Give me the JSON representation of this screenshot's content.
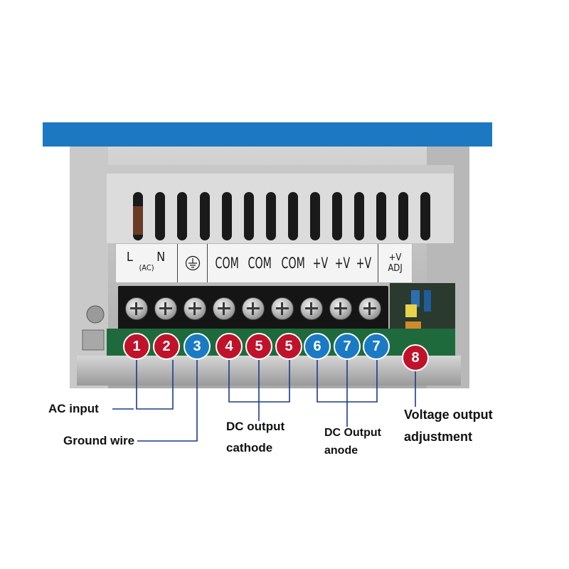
{
  "label_strip": {
    "ln": "L  N",
    "ac": "(AC)",
    "terminals": [
      "COM",
      "COM",
      "COM",
      "+V",
      "+V",
      "+V"
    ],
    "adj_top": "+V",
    "adj_bottom": "ADJ"
  },
  "badges": [
    {
      "num": "1",
      "color": "#c0122a"
    },
    {
      "num": "2",
      "color": "#c0122a"
    },
    {
      "num": "3",
      "color": "#1b7ac4"
    },
    {
      "num": "4",
      "color": "#c0122a"
    },
    {
      "num": "5",
      "color": "#c0122a"
    },
    {
      "num": "5",
      "color": "#c0122a"
    },
    {
      "num": "6",
      "color": "#1b7ac4"
    },
    {
      "num": "7",
      "color": "#1b7ac4"
    },
    {
      "num": "7",
      "color": "#1b7ac4"
    },
    {
      "num": "8",
      "color": "#c0122a"
    }
  ],
  "captions": {
    "ac_input": "AC input",
    "ground_wire": "Ground wire",
    "dc_output_cathode_1": "DC output",
    "dc_output_cathode_2": "cathode",
    "dc_output_anode_1": "DC Output",
    "dc_output_anode_2": "anode",
    "voltage_adj_1": "Voltage output",
    "voltage_adj_2": "adjustment"
  },
  "colors": {
    "banner": "#1c78c0",
    "red": "#c0122a",
    "blue": "#1b7ac4"
  }
}
